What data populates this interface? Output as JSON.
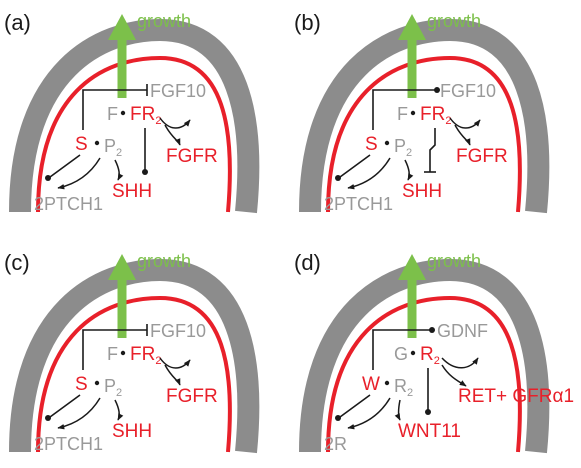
{
  "colors": {
    "active": "#e8202a",
    "inactive": "#999999",
    "tissue": "#8c8c8c",
    "arrow": "#7cc04a",
    "line": "#1a1a1a"
  },
  "panels": [
    {
      "letter": "(a)",
      "growth": "growth",
      "top_ligand": "FGF10",
      "ligand": "F",
      "receptor_main": "FR",
      "receptor_sub": "2",
      "receptor_gene": "FGFR",
      "signal": "S",
      "complex_main": "P",
      "complex_sub": "2",
      "inhibitor": "SHH",
      "bottom": "2PTCH1"
    },
    {
      "letter": "(b)",
      "growth": "growth",
      "top_ligand": "FGF10",
      "ligand": "F",
      "receptor_main": "FR",
      "receptor_sub": "2",
      "receptor_gene": "FGFR",
      "signal": "S",
      "complex_main": "P",
      "complex_sub": "2",
      "inhibitor": "SHH",
      "bottom": "2PTCH1"
    },
    {
      "letter": "(c)",
      "growth": "growth",
      "top_ligand": "FGF10",
      "ligand": "F",
      "receptor_main": "FR",
      "receptor_sub": "2",
      "receptor_gene": "FGFR",
      "signal": "S",
      "complex_main": "P",
      "complex_sub": "2",
      "inhibitor": "SHH",
      "bottom": "2PTCH1"
    },
    {
      "letter": "(d)",
      "growth": "growth",
      "top_ligand": "GDNF",
      "ligand": "G",
      "receptor_main": "R",
      "receptor_sub": "2",
      "receptor_gene": "RET+ GFRα1",
      "signal": "W",
      "complex_main": "R",
      "complex_sub": "2",
      "inhibitor": "WNT11",
      "bottom": "2R"
    }
  ]
}
